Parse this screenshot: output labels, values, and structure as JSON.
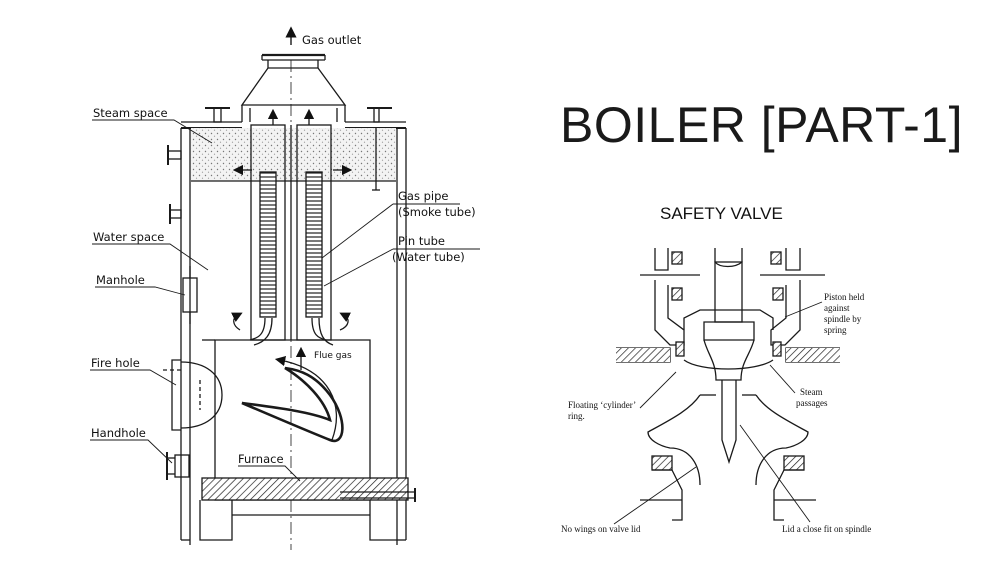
{
  "slide": {
    "title": "BOILER [PART-1]",
    "subtitle": "SAFETY VALVE"
  },
  "boiler_diagram": {
    "labels": {
      "gas_outlet": "Gas outlet",
      "steam_space": "Steam space",
      "water_space": "Water space",
      "manhole": "Manhole",
      "fire_hole": "Fire hole",
      "handhole": "Handhole",
      "gas_pipe": "Gas pipe",
      "smoke_tube": "(Smoke tube)",
      "pin_tube": "Pin tube",
      "water_tube": "(Water tube)",
      "flue_gas": "Flue gas",
      "furnace": "Furnace"
    }
  },
  "valve_diagram": {
    "labels": {
      "piston_1": "Piston held",
      "piston_2": "against",
      "piston_3": "spindle by",
      "piston_4": "spring",
      "steam_1": "Steam",
      "steam_2": "passages",
      "floating_1": "Floating ‘cylinder’",
      "floating_2": "ring.",
      "no_wings": "No wings on valve lid",
      "lid_fit": "Lid a close fit on spindle"
    }
  }
}
